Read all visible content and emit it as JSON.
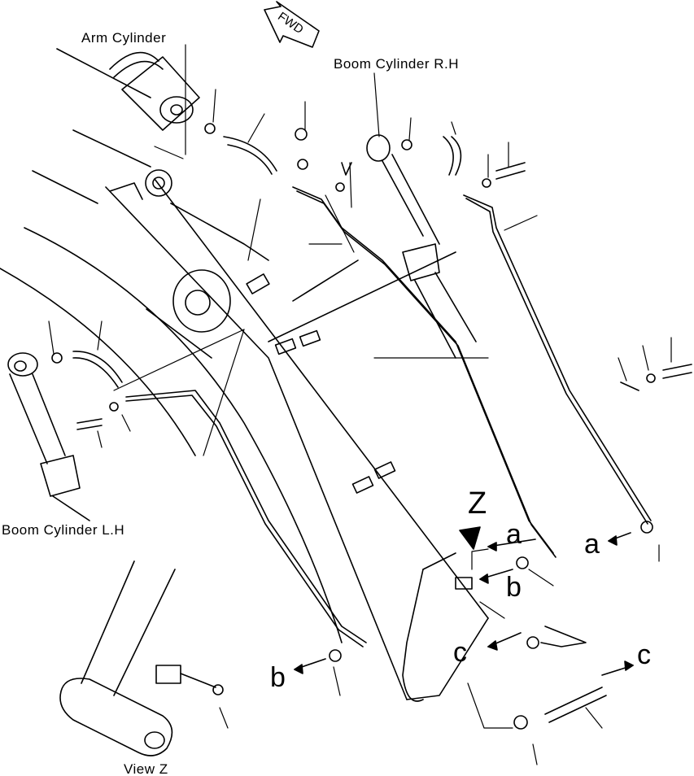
{
  "fwd_label": "FWD",
  "labels": {
    "arm_cylinder": "Arm Cylinder",
    "boom_cylinder_rh": "Boom Cylinder R.H",
    "boom_cylinder_lh": "Boom Cylinder L.H",
    "view_z": "View Z",
    "z": "Z",
    "a1": "a",
    "a2": "a",
    "b1": "b",
    "b2": "b",
    "c1": "c",
    "c2": "c"
  },
  "colors": {
    "ink": "#000000",
    "paper": "#ffffff"
  }
}
